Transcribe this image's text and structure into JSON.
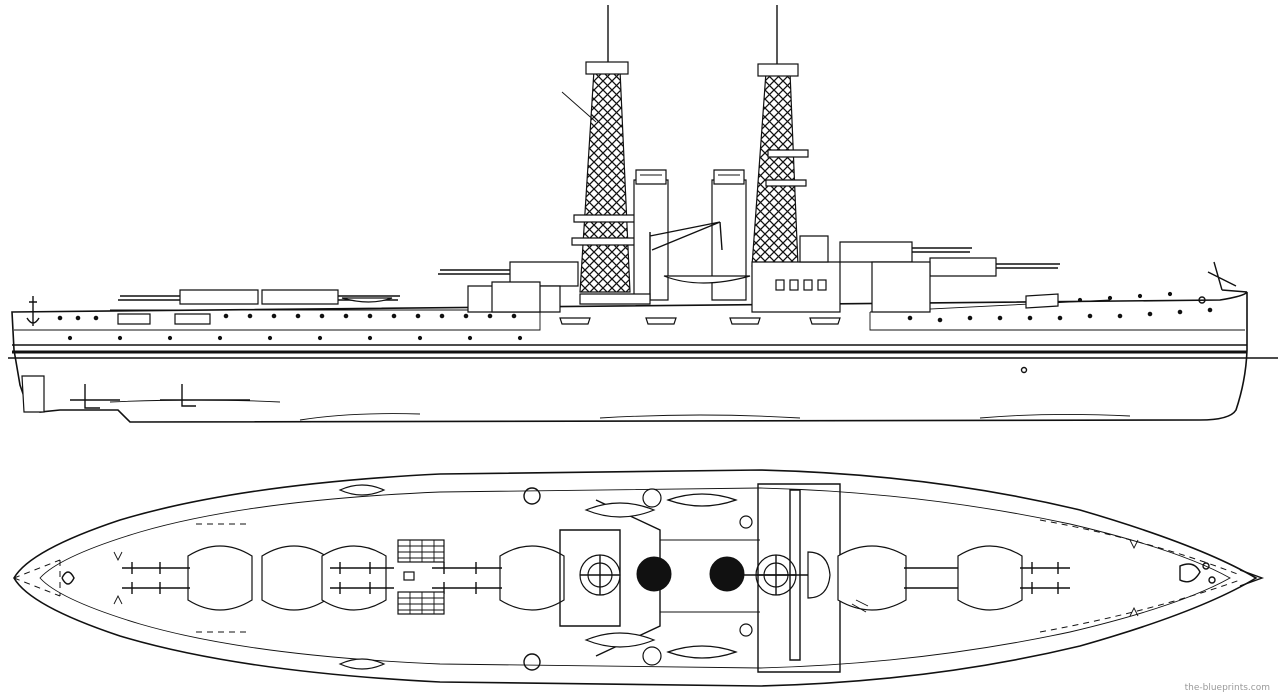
{
  "watermark": "the-blueprints.com",
  "colors": {
    "line": "#111111",
    "paper": "#ffffff",
    "watermark": "#9a9a9a"
  },
  "views": [
    {
      "name": "side-elevation"
    },
    {
      "name": "top-plan"
    }
  ]
}
